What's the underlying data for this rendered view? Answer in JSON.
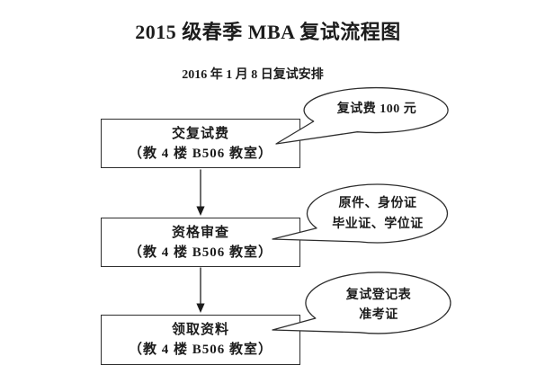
{
  "page": {
    "title": "2015 级春季 MBA 复试流程图",
    "subtitle": "2016 年 1 月 8 日复试安排"
  },
  "flow": {
    "steps": [
      {
        "name": "交复试费",
        "location": "（教 4 楼 B506 教室）",
        "callout": {
          "lines": [
            "复试费 100 元"
          ]
        }
      },
      {
        "name": "资格审查",
        "location": "（教 4 楼 B506 教室）",
        "callout": {
          "lines": [
            "原件、身份证",
            "毕业证、学位证"
          ]
        }
      },
      {
        "name": "领取资料",
        "location": "（教 4 楼 B506 教室）",
        "callout": {
          "lines": [
            "复试登记表",
            "准考证"
          ]
        }
      }
    ]
  },
  "colors": {
    "ink": "#1c1c1c",
    "line": "#2e2e2e",
    "background": "#ffffff"
  }
}
